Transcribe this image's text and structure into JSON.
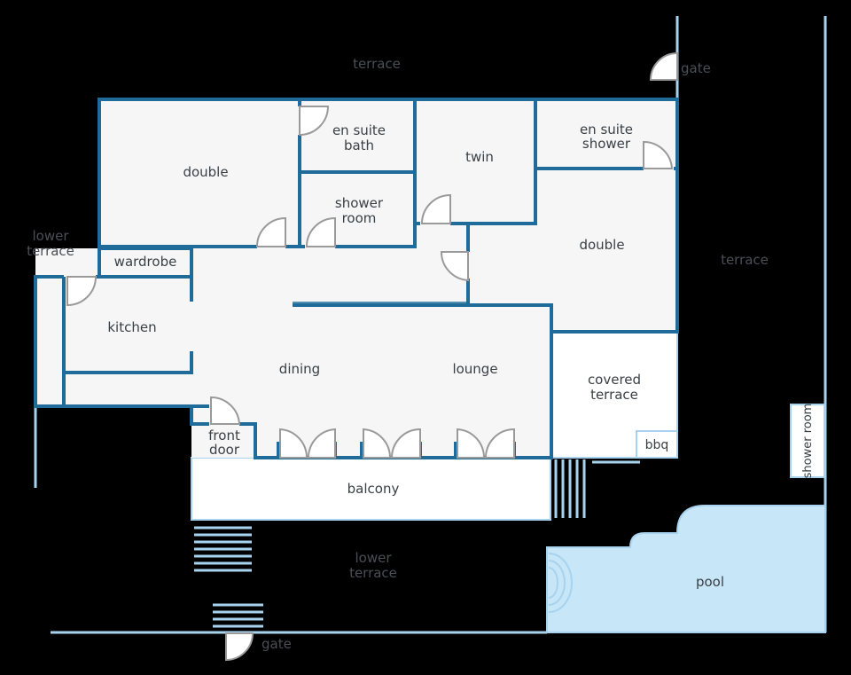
{
  "labels": {
    "terrace_top": "terrace",
    "terrace_right": "terrace",
    "gate_top": "gate",
    "gate_bottom": "gate",
    "lower_terrace_left_1": "lower",
    "lower_terrace_left_2": "terrace",
    "lower_terrace_bottom_1": "lower",
    "lower_terrace_bottom_2": "terrace",
    "double_left": "double",
    "ensuite_bath_1": "en suite",
    "ensuite_bath_2": "bath",
    "shower_room_1": "shower",
    "shower_room_2": "room",
    "twin": "twin",
    "ensuite_shower_1": "en suite",
    "ensuite_shower_2": "shower",
    "double_right": "double",
    "wardrobe": "wardrobe",
    "kitchen": "kitchen",
    "dining": "dining",
    "lounge": "lounge",
    "covered_terrace_1": "covered",
    "covered_terrace_2": "terrace",
    "bbq": "bbq",
    "front_door_1": "front",
    "front_door_2": "door",
    "balcony": "balcony",
    "pool": "pool",
    "outdoor_shower": "shower room"
  },
  "colors": {
    "background": "#000000",
    "wall": "#1f6b9a",
    "floor": "#f6f6f6",
    "pool": "#c7e6f8",
    "outline_light": "#a7d3ee"
  }
}
